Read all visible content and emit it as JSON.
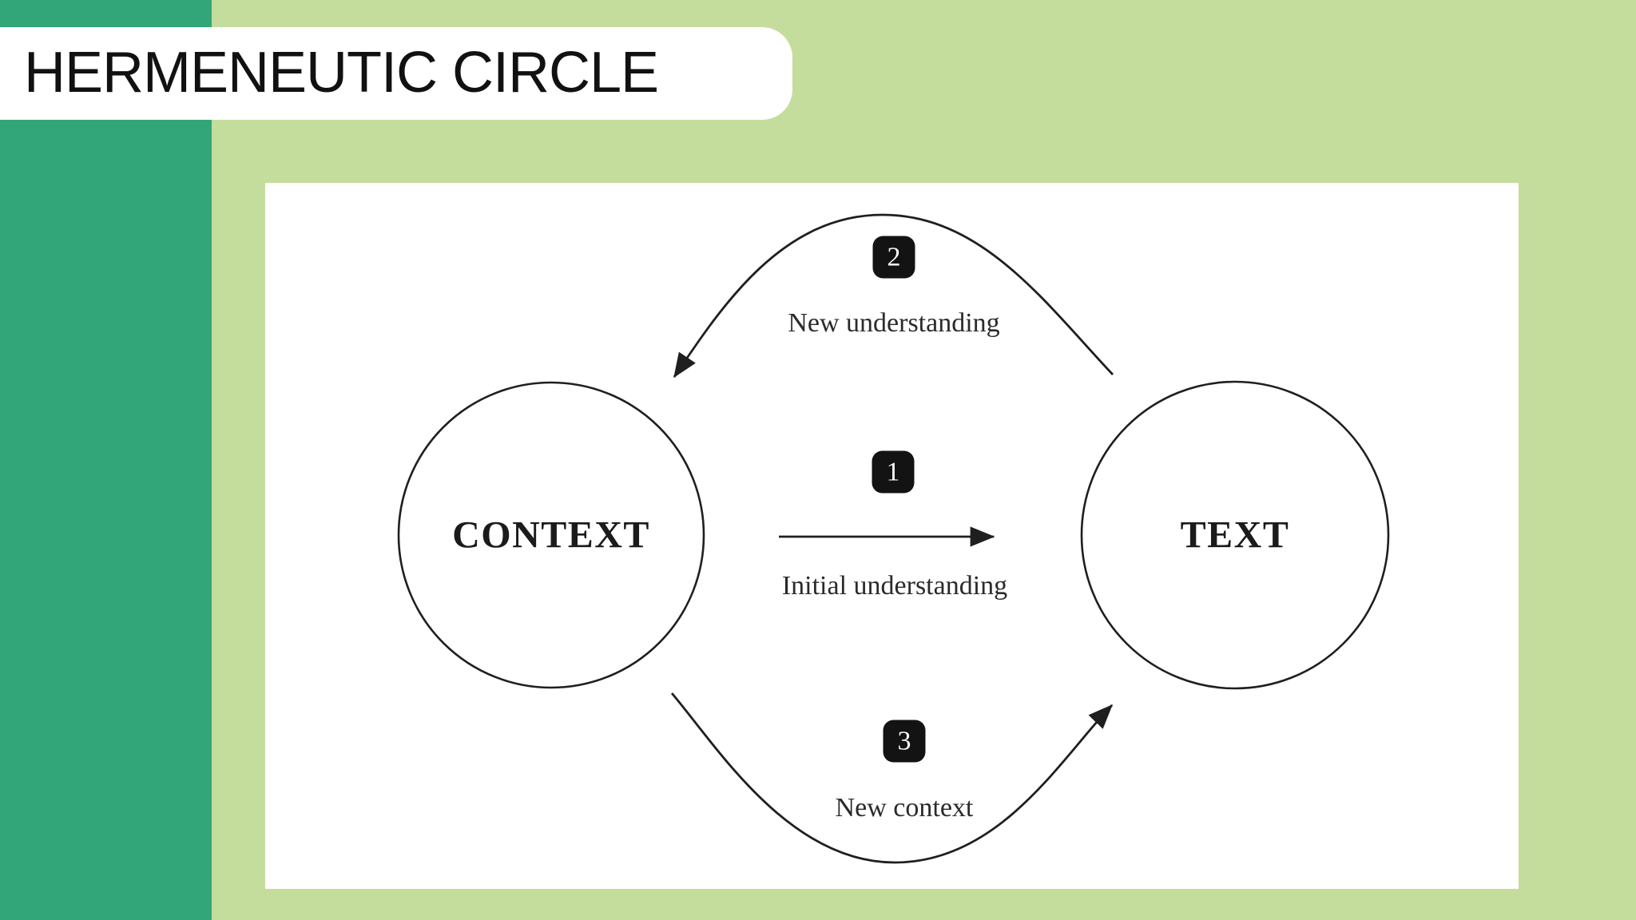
{
  "title": "HERMENEUTIC CIRCLE",
  "nodes": [
    {
      "label": "CONTEXT"
    },
    {
      "label": "TEXT"
    }
  ],
  "steps": [
    {
      "number": "1",
      "label": "Initial understanding",
      "from": "CONTEXT",
      "to": "TEXT"
    },
    {
      "number": "2",
      "label": "New understanding",
      "from": "TEXT",
      "to": "CONTEXT"
    },
    {
      "number": "3",
      "label": "New context",
      "from": "CONTEXT",
      "to": "TEXT"
    }
  ],
  "colors": {
    "accent_bar": "#33a679",
    "background": "#c4dd9d",
    "panel": "#ffffff",
    "badge": "#131313",
    "line": "#1f1f1f",
    "title_text": "#111111"
  }
}
